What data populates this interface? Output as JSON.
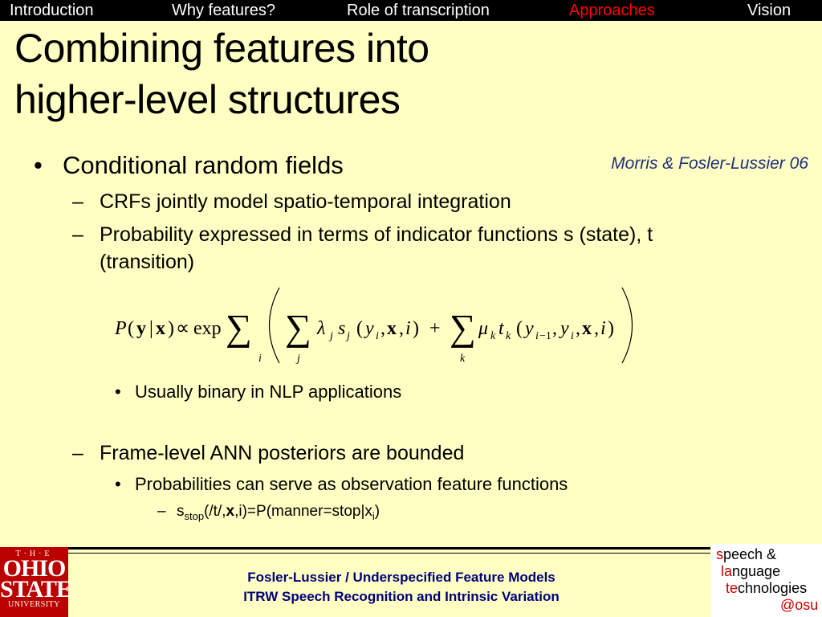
{
  "nav": {
    "items": [
      "Introduction",
      "Why features?",
      "Role of transcription",
      "Approaches",
      "Vision"
    ],
    "active": "Approaches"
  },
  "slide": {
    "title_line1": "Combining features into",
    "title_line2": "higher-level structures",
    "citation": "Morris & Fosler-Lussier 06",
    "bullet1": "Conditional random fields",
    "sub1": "CRFs jointly model spatio-temporal integration",
    "sub2": "Probability expressed in terms of indicator functions s (state), t (transition)",
    "subsub1": "Usually binary in NLP applications",
    "sub3": "Frame-level ANN posteriors are bounded",
    "subsub2": "Probabilities can serve as observation feature functions",
    "sss_prefix": "s",
    "sss_sub": "stop",
    "sss_mid1": "(/t/,",
    "sss_bold": "x",
    "sss_mid2": ",i)=P(manner=stop|x",
    "sss_sub2": "i",
    "sss_end": ")"
  },
  "footer": {
    "line1": "Fosler-Lussier / Underspecified Feature Models",
    "line2": "ITRW Speech Recognition and Intrinsic Variation"
  },
  "logos": {
    "osu": {
      "the": "T·H·E",
      "ohio": "OHIO",
      "state": "STATE",
      "university": "UNIVERSITY"
    },
    "slt": {
      "l1a": "s",
      "l1b": "peech &",
      "l2a": "la",
      "l2b": "nguage",
      "l3a": "te",
      "l3b": "chnologies",
      "l4": "@osu"
    }
  },
  "colors": {
    "background": "#ffffc4",
    "nav_active": "#ff0000",
    "footer_text": "#00007a",
    "osu_red": "#bb0000"
  }
}
